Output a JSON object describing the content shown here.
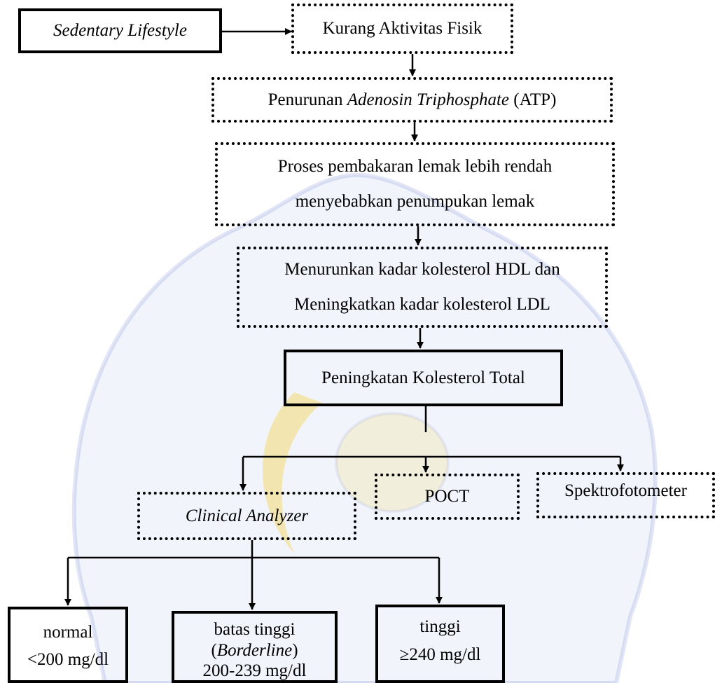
{
  "colors": {
    "ink": "#000000",
    "watermark_blue": "#5b6fc7",
    "watermark_gold": "#f2c200"
  },
  "nodes": {
    "sedentary": "Sedentary Lifestyle",
    "kurang_aktivitas": "Kurang Aktivitas Fisik",
    "atp": {
      "prefix": "Penurunan ",
      "italic": "Adenosin Triphosphate",
      "suffix": " (ATP)"
    },
    "pembakaran": {
      "line1": "Proses pembakaran lemak lebih rendah",
      "line2": "menyebabkan penumpukan lemak"
    },
    "kolesterol_hdl_ldl": {
      "line1": "Menurunkan kadar kolesterol HDL dan",
      "line2": "Meningkatkan kadar kolesterol LDL"
    },
    "peningkatan": "Peningkatan Kolesterol Total",
    "clinical_analyzer": "Clinical Analyzer",
    "poct": "POCT",
    "spektrofotometer": "Spektrofotometer",
    "normal": {
      "label": "normal",
      "range": "<200 mg/dl"
    },
    "borderline": {
      "line1": "batas tinggi",
      "paren_open": "(",
      "italic": "Borderline",
      "paren_close": ")",
      "range": "200-239 mg/dl"
    },
    "tinggi": {
      "label": "tinggi",
      "range": "≥240 mg/dl"
    }
  }
}
